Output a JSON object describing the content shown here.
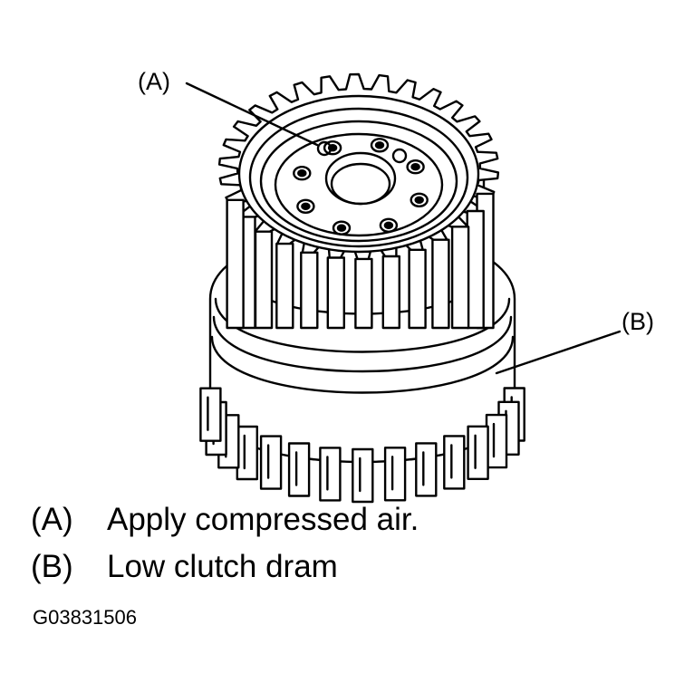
{
  "callouts": {
    "a": "(A)",
    "b": "(B)"
  },
  "legend": [
    {
      "key": "(A)",
      "text": "Apply compressed air."
    },
    {
      "key": "(B)",
      "text": "Low clutch dram"
    }
  ],
  "figure_id": "G03831506"
}
